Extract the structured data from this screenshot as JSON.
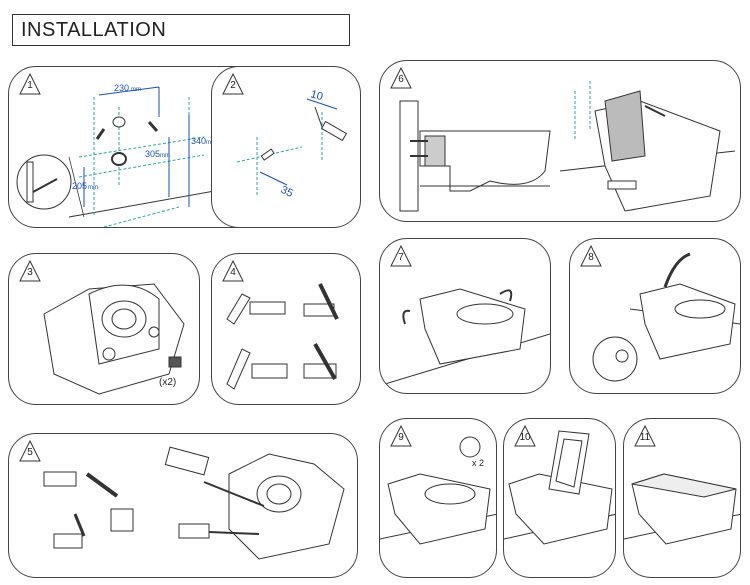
{
  "header": {
    "title": "INSTALLATION"
  },
  "steps": {
    "s1": {
      "number": "1",
      "dim_230": "230",
      "dim_340": "340",
      "dim_305": "305",
      "dim_205": "205",
      "unit": "mm"
    },
    "s2": {
      "number": "2",
      "dim_10": "10",
      "dim_35": "35"
    },
    "s3": {
      "number": "3",
      "qty": "(x2)"
    },
    "s4": {
      "number": "4"
    },
    "s5": {
      "number": "5"
    },
    "s6": {
      "number": "6"
    },
    "s7": {
      "number": "7"
    },
    "s8": {
      "number": "8"
    },
    "s9": {
      "number": "9",
      "qty": "x 2"
    },
    "s10": {
      "number": "10"
    },
    "s11": {
      "number": "11"
    }
  },
  "colors": {
    "line": "#333333",
    "teal": "#2aa6a1",
    "blue": "#1a4fb0"
  }
}
